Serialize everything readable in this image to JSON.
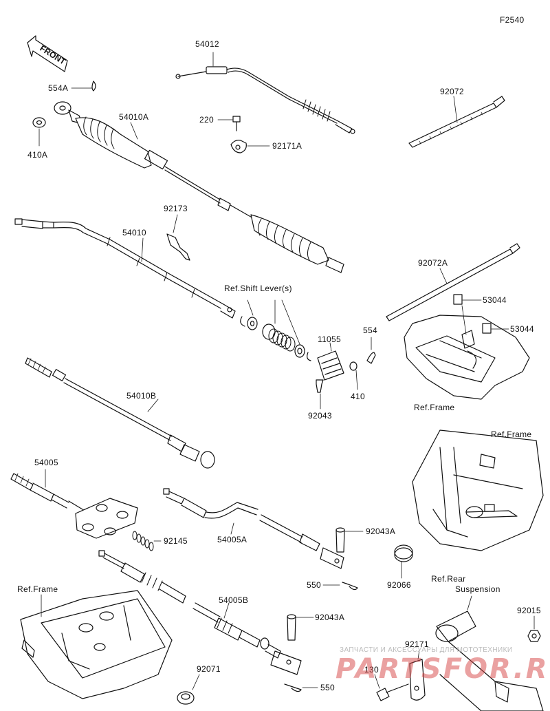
{
  "diagram_code": "F2540",
  "front_badge": "FRONT",
  "watermark": {
    "line1": "ЗАПЧАСТИ И АКСЕССУАРЫ ДЛЯ МОТОТЕХНИКИ",
    "line2": "PARTSFOR.RU"
  },
  "labels": {
    "p54012": "54012",
    "p554a": "554A",
    "p410a": "410A",
    "p54010a": "54010A",
    "p220": "220",
    "p92171a": "92171A",
    "p92072": "92072",
    "p92173": "92173",
    "p54010": "54010",
    "ref_shift_lever": "Ref.Shift Lever(s)",
    "p92072a": "92072A",
    "p53044_top": "53044",
    "p53044_bottom": "53044",
    "p554": "554",
    "p11055": "11055",
    "p410": "410",
    "p92043": "92043",
    "ref_frame_mid": "Ref.Frame",
    "p54010b": "54010B",
    "ref_frame_right": "Ref.Frame",
    "p54005": "54005",
    "p92145": "92145",
    "p54005a": "54005A",
    "p92043a_top": "92043A",
    "p550_top": "550",
    "p92066": "92066",
    "ref_rear_suspension_1": "Ref.Rear",
    "ref_rear_suspension_2": "Suspension",
    "ref_frame_left": "Ref.Frame",
    "p54005b": "54005B",
    "p92043a_bottom": "92043A",
    "p92015": "92015",
    "p92171": "92171",
    "p130": "130",
    "p550_bottom": "550",
    "p92071": "92071"
  }
}
